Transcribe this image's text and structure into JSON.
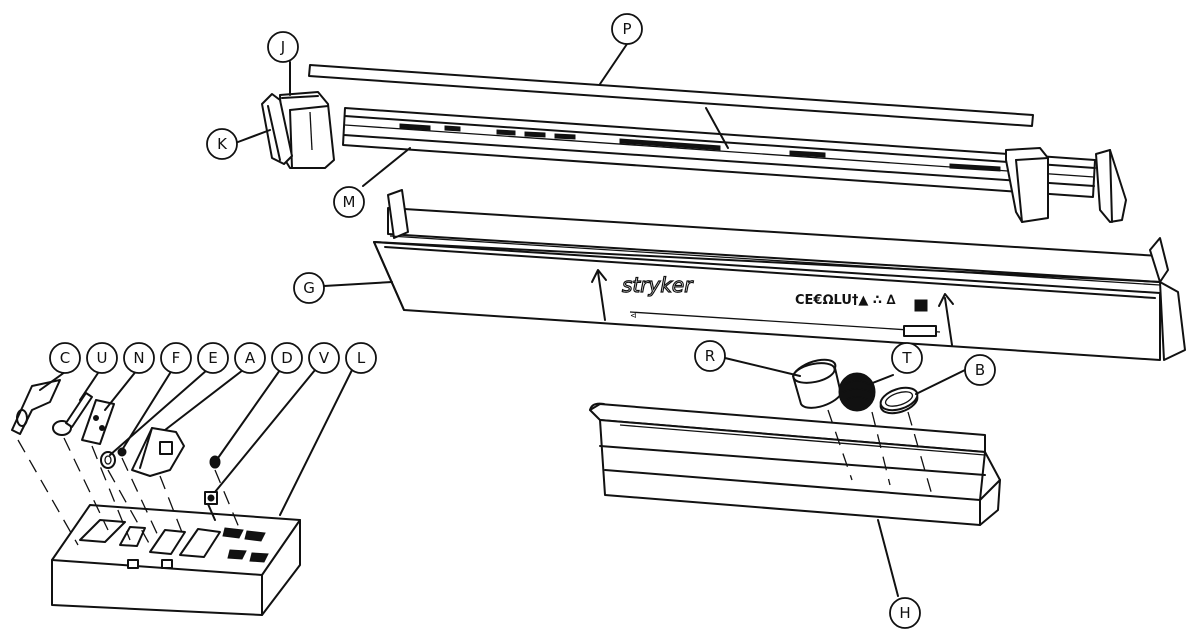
{
  "diagram": {
    "brand_text": "stryker",
    "compliance_marks": "CE€ΩLU†▲ ∴ ∆",
    "side_mark": "⊲",
    "callouts": [
      {
        "id": "label-p",
        "letter": "P"
      },
      {
        "id": "label-j",
        "letter": "J"
      },
      {
        "id": "label-k",
        "letter": "K"
      },
      {
        "id": "label-m",
        "letter": "M"
      },
      {
        "id": "label-g",
        "letter": "G"
      },
      {
        "id": "label-r",
        "letter": "R"
      },
      {
        "id": "label-t",
        "letter": "T"
      },
      {
        "id": "label-b",
        "letter": "B"
      },
      {
        "id": "label-h",
        "letter": "H"
      },
      {
        "id": "label-c",
        "letter": "C"
      },
      {
        "id": "label-u",
        "letter": "U"
      },
      {
        "id": "label-n",
        "letter": "N"
      },
      {
        "id": "label-f",
        "letter": "F"
      },
      {
        "id": "label-e",
        "letter": "E"
      },
      {
        "id": "label-a",
        "letter": "A"
      },
      {
        "id": "label-d",
        "letter": "D"
      },
      {
        "id": "label-v",
        "letter": "V"
      },
      {
        "id": "label-l",
        "letter": "L"
      }
    ]
  }
}
